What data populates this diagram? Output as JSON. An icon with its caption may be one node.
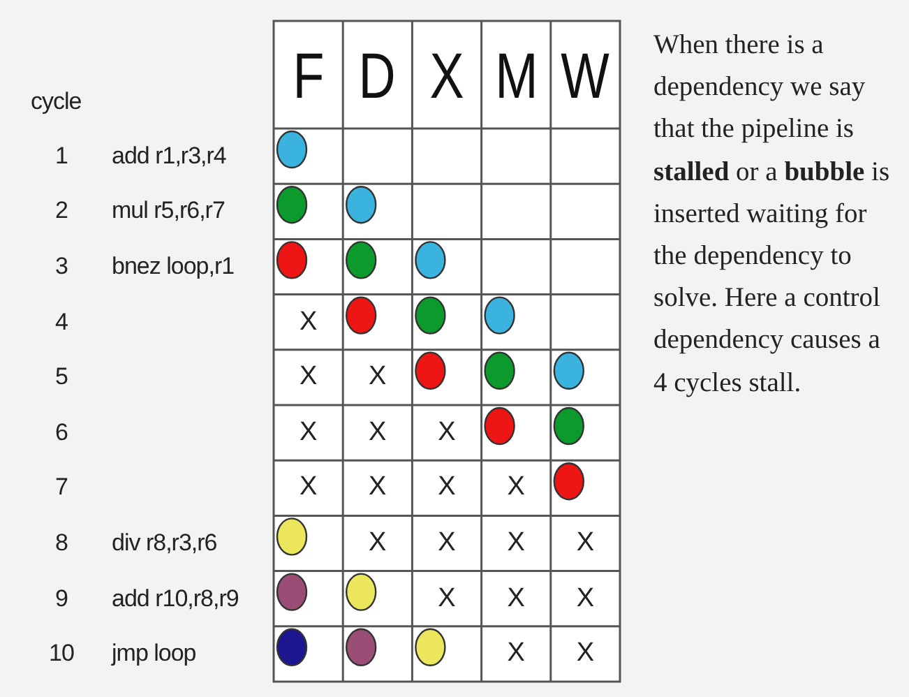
{
  "diagram": {
    "labels": [
      "F",
      "D",
      "X",
      "M",
      "W",
      "cycle",
      "1",
      "add r1,r3,r4",
      "2",
      "mul r5,r6,r7",
      "3",
      "bnez loop,r1",
      "4",
      "X",
      "5",
      "X",
      "X",
      "6",
      "X",
      "X",
      "X",
      "7",
      "X",
      "X",
      "X",
      "X",
      "8",
      "div r8,r3,r6",
      "X",
      "X",
      "X",
      "X",
      "9",
      "add r10,r8,r9",
      "X",
      "X",
      "X",
      "10",
      "jmp loop",
      "X",
      "X",
      "When there is a dependency we say that the pipeline is **stalled** or a **bubble** is inserted waiting for the dependency to solve. Here a control dependency causes a 4 cycles stall."
    ]
  }
}
